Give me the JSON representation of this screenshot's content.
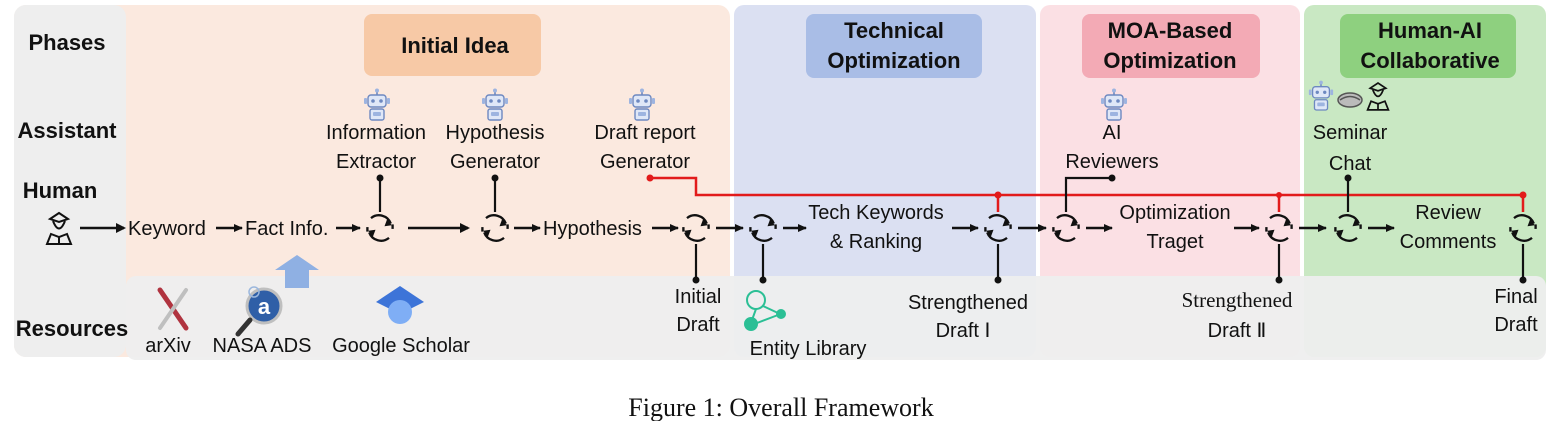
{
  "rows": {
    "phases": "Phases",
    "assistant": "Assistant",
    "human": "Human",
    "resources": "Resources"
  },
  "phases": {
    "initial_idea": "Initial Idea",
    "technical_optimization": [
      "Technical",
      "Optimization"
    ],
    "moa_optimization": [
      "MOA-Based",
      "Optimization"
    ],
    "human_ai": [
      "Human-AI",
      "Collaborative"
    ]
  },
  "assistants": {
    "information_extractor": [
      "Information",
      "Extractor"
    ],
    "hypothesis_generator": [
      "Hypothesis",
      "Generator"
    ],
    "draft_report_generator": [
      "Draft report",
      "Generator"
    ],
    "ai_reviewers": [
      "AI",
      "Reviewers"
    ],
    "seminar_chat": [
      "Seminar",
      "Chat"
    ]
  },
  "flow": {
    "keyword": "Keyword",
    "fact_info": "Fact Info.",
    "hypothesis": "Hypothesis",
    "tech_keywords": [
      "Tech Keywords",
      "& Ranking"
    ],
    "optimization_target": [
      "Optimization",
      "Traget"
    ],
    "review_comments": [
      "Review",
      "Comments"
    ]
  },
  "drafts": {
    "initial": [
      "Initial",
      "Draft"
    ],
    "strengthened_1": [
      "Strengthened",
      "Draft Ⅰ"
    ],
    "strengthened_2": [
      "Strengthened",
      "Draft Ⅱ"
    ],
    "final": [
      "Final",
      "Draft"
    ]
  },
  "resources": {
    "arxiv": "arXiv",
    "nasa_ads": "NASA ADS",
    "google_scholar": "Google Scholar",
    "entity_library": "Entity Library"
  },
  "caption": "Figure 1: Overall Framework",
  "colors": {
    "initial_bg": "#fbe9df",
    "technical_bg": "#dbe0f2",
    "moa_bg": "#fbe0e4",
    "human_ai_bg": "#c9e8c3",
    "resources_bg": "#eeeeee",
    "red_line": "#e21b1b"
  }
}
